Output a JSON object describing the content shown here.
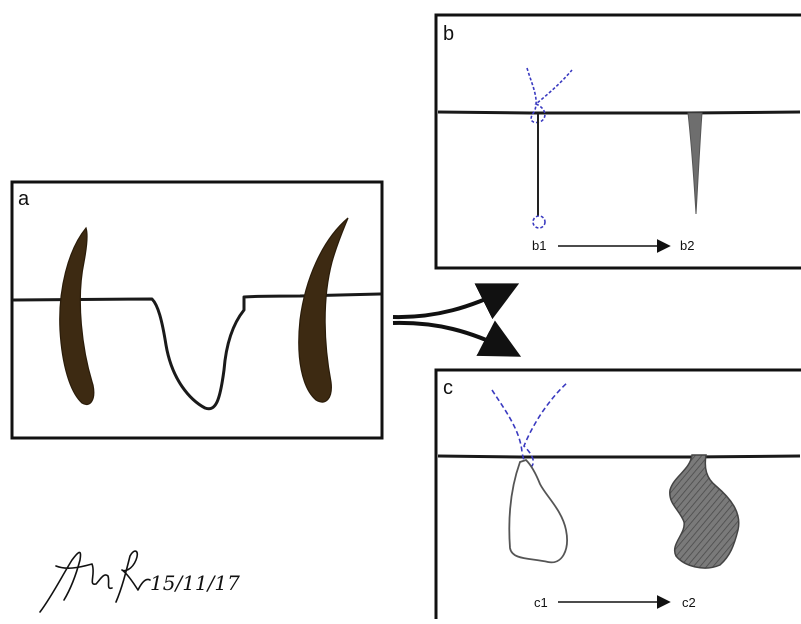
{
  "figure": {
    "panel_a": {
      "label": "a"
    },
    "panel_b": {
      "label": "b",
      "step_start": "b1",
      "step_end": "b2"
    },
    "panel_c": {
      "label": "c",
      "step_start": "c1",
      "step_end": "c2"
    },
    "signature": {
      "date": "15/11/17"
    }
  },
  "colors": {
    "outline": "#111111",
    "hair": "#3d2a12",
    "suture": "#3a3ac0",
    "scar": "#6e6e6e",
    "skin_line": "#1a1a1a"
  }
}
